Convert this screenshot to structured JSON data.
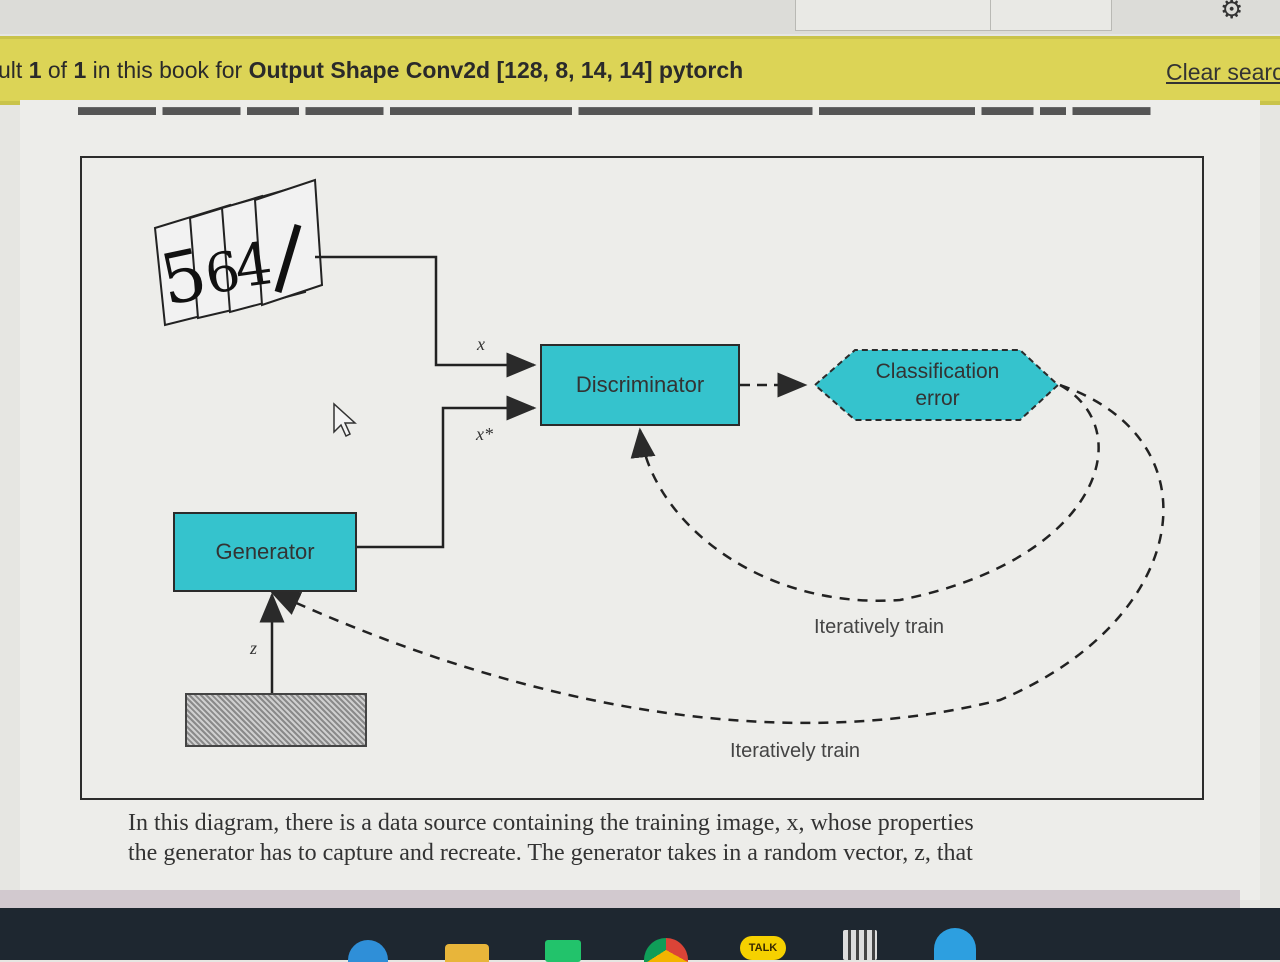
{
  "search_bar": {
    "prefix": "ult ",
    "num": "1",
    "of_text": " of ",
    "total": "1",
    "mid_text": " in this book for ",
    "query": "Output Shape Conv2d [128, 8, 14, 14] pytorch",
    "clear_label": "Clear searc"
  },
  "diagram": {
    "discriminator_label": "Discriminator",
    "generator_label": "Generator",
    "classification_label_line1": "Classification",
    "classification_label_line2": "error",
    "input_real": "x",
    "input_fake": "x*",
    "noise_var": "z",
    "train_label_1": "Iteratively train",
    "train_label_2": "Iteratively train"
  },
  "caption": {
    "line1": "In this diagram, there is a data source containing the training image, x, whose properties",
    "line2": "the generator has to capture and recreate. The generator takes in a random vector, z, that"
  },
  "colors": {
    "box_fill": "#35c3cd",
    "highlight_bar": "#dcd456"
  },
  "icons": [
    "gear-icon",
    "cursor-icon",
    "chrome-icon",
    "pycharm-icon",
    "kakaotalk-icon",
    "calculator-icon",
    "telegram-icon"
  ]
}
